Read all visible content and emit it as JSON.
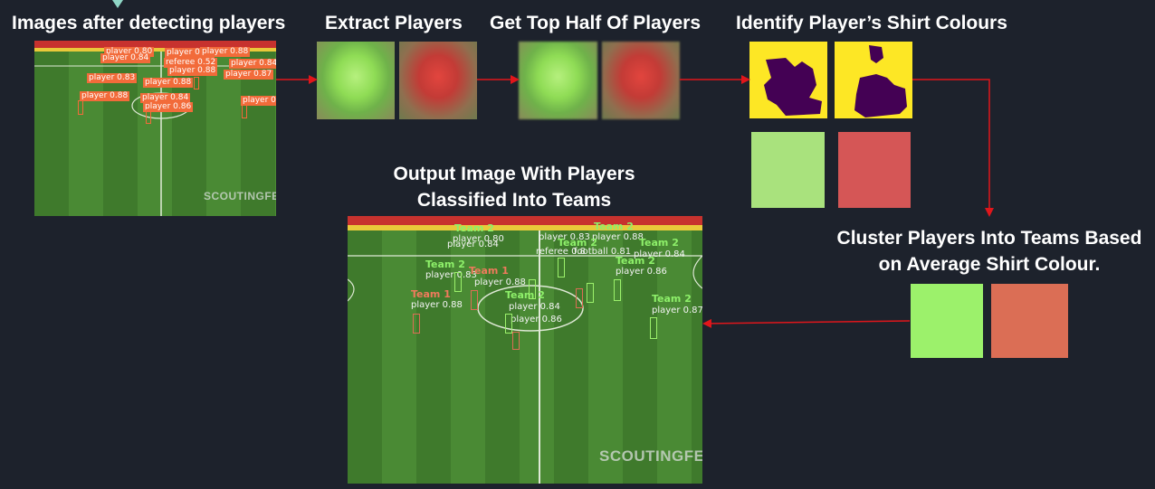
{
  "steps": {
    "detect": "Images after detecting players",
    "extract": "Extract Players",
    "top_half": "Get Top Half Of Players",
    "identify": "Identify Player’s Shirt Colours",
    "cluster": "Cluster Players Into Teams Based on Average Shirt Colour.",
    "output": "Output Image With Players Classified Into Teams"
  },
  "watermark": "SCOUTINGFEED",
  "colors": {
    "background": "#1d222c",
    "arrow": "#e0161b",
    "mask_yellow": "#fde725",
    "mask_purple": "#440154",
    "avg_green": "#a9e27d",
    "avg_red": "#d55656",
    "team_green": "#9cf16b",
    "team_red": "#db6e55"
  },
  "detections_small": [
    {
      "text": "player 0.80"
    },
    {
      "text": "player 0.84"
    },
    {
      "text": "player 0.52"
    },
    {
      "text": "player 0.88"
    },
    {
      "text": "referee 0.52"
    },
    {
      "text": "player 0.84"
    },
    {
      "text": "player 0.83"
    },
    {
      "text": "player 0.88"
    },
    {
      "text": "player 0.88"
    },
    {
      "text": "player 0.87"
    },
    {
      "text": "player 0.88"
    },
    {
      "text": "player 0.84"
    },
    {
      "text": "player 0.86"
    },
    {
      "text": "player 0.88"
    }
  ],
  "detections_output": [
    {
      "team": "Team 2",
      "score": "player 0.80"
    },
    {
      "team": "",
      "score": "player 0.84"
    },
    {
      "team": "Team 2",
      "score": "player 0.83"
    },
    {
      "team": "",
      "score": "player 0.88"
    },
    {
      "team": "Team 2",
      "score": "referee 0.8"
    },
    {
      "team": "",
      "score": "football 0.81"
    },
    {
      "team": "Team 2",
      "score": "player 0.84"
    },
    {
      "team": "Team 2",
      "score": "player 0.83"
    },
    {
      "team": "Team 1",
      "score": "player 0.88"
    },
    {
      "team": "Team 1",
      "score": "player 0.88"
    },
    {
      "team": "Team 2",
      "score": "player 0.84"
    },
    {
      "team": "",
      "score": "player 0.86"
    },
    {
      "team": "Team 2",
      "score": "player 0.87"
    },
    {
      "team": "Team 2",
      "score": "player 0.86"
    }
  ]
}
